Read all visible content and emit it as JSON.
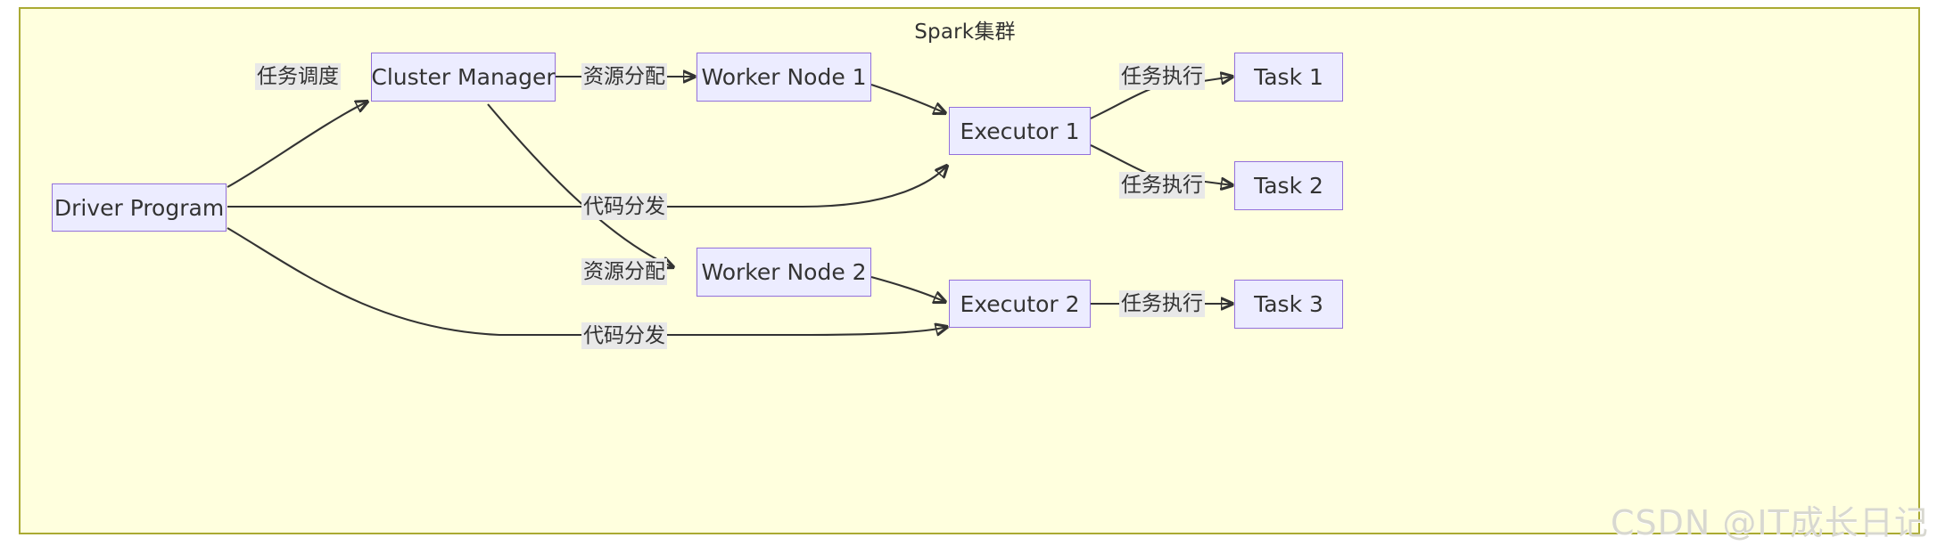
{
  "diagram": {
    "title": "Spark集群",
    "watermark": "CSDN @IT成长日记",
    "colors": {
      "cluster_fill": "#ffffde",
      "cluster_border": "#aaaa33",
      "node_fill": "#ececff",
      "node_border": "#9370db",
      "edge_stroke": "#333333",
      "label_bg": "#e8e8e8"
    },
    "nodes": [
      {
        "id": "driver",
        "label": "Driver Program"
      },
      {
        "id": "cm",
        "label": "Cluster Manager"
      },
      {
        "id": "wn1",
        "label": "Worker Node 1"
      },
      {
        "id": "wn2",
        "label": "Worker Node 2"
      },
      {
        "id": "ex1",
        "label": "Executor 1"
      },
      {
        "id": "ex2",
        "label": "Executor 2"
      },
      {
        "id": "task1",
        "label": "Task 1"
      },
      {
        "id": "task2",
        "label": "Task 2"
      },
      {
        "id": "task3",
        "label": "Task 3"
      }
    ],
    "edges": [
      {
        "from": "driver",
        "to": "cm",
        "label": "任务调度"
      },
      {
        "from": "cm",
        "to": "wn1",
        "label": "资源分配"
      },
      {
        "from": "cm",
        "to": "wn2",
        "label": "资源分配"
      },
      {
        "from": "driver",
        "to": "ex1",
        "label": "代码分发"
      },
      {
        "from": "driver",
        "to": "ex2",
        "label": "代码分发"
      },
      {
        "from": "wn1",
        "to": "ex1",
        "label": ""
      },
      {
        "from": "wn2",
        "to": "ex2",
        "label": ""
      },
      {
        "from": "ex1",
        "to": "task1",
        "label": "任务执行"
      },
      {
        "from": "ex1",
        "to": "task2",
        "label": "任务执行"
      },
      {
        "from": "ex2",
        "to": "task3",
        "label": "任务执行"
      }
    ]
  }
}
